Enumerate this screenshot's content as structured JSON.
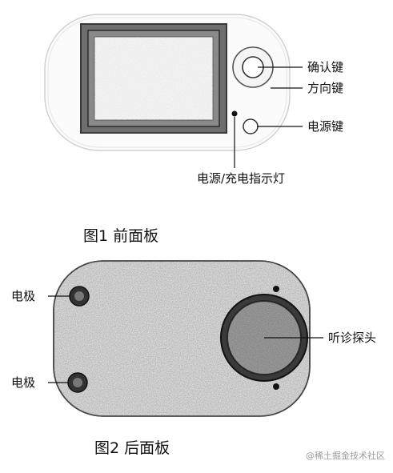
{
  "figure1": {
    "caption": "图1  前面板",
    "labels": {
      "confirm_key": "确认键",
      "direction_key": "方向键",
      "power_key": "电源键",
      "power_charge_indicator": "电源/充电指示灯"
    }
  },
  "figure2": {
    "caption": "图2  后面板",
    "labels": {
      "electrode_top": "电极",
      "electrode_bottom": "电极",
      "stethoscope_probe": "听诊探头"
    }
  },
  "watermark": "@稀土掘金技术社区"
}
